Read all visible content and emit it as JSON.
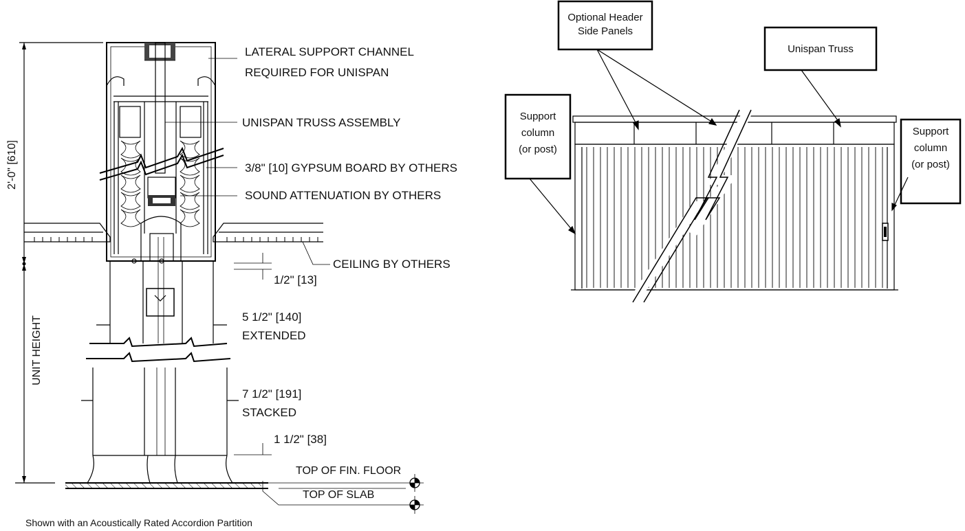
{
  "section": {
    "dims": {
      "header_height": "2'-0\" [610]",
      "unit_height": "UNIT HEIGHT"
    },
    "notes": {
      "lateral_1": "LATERAL SUPPORT CHANNEL",
      "lateral_2": "REQUIRED FOR UNISPAN",
      "truss": "UNISPAN TRUSS ASSEMBLY",
      "gypsum": "3/8\" [10]  GYPSUM BOARD BY OTHERS",
      "sound": "SOUND ATTENUATION BY OTHERS",
      "ceiling": "CEILING BY OTHERS",
      "gap_top": "1/2\" [13]",
      "extended_1": "5 1/2\" [140]",
      "extended_2": "EXTENDED",
      "stacked_1": "7 1/2\" [191]",
      "stacked_2": "STACKED",
      "gap_bottom": "1 1/2\" [38]",
      "floor": "TOP OF FIN. FLOOR",
      "slab": "TOP OF SLAB"
    },
    "caption": "Shown with an Acoustically Rated Accordion Partition"
  },
  "elevation": {
    "callouts": {
      "header_panels_1": "Optional Header",
      "header_panels_2": "Side Panels",
      "truss": "Unispan Truss",
      "left_col_1": "Support",
      "left_col_2": "column",
      "left_col_3": "(or post)",
      "right_col_1": "Support",
      "right_col_2": "column",
      "right_col_3": "(or post)"
    }
  }
}
